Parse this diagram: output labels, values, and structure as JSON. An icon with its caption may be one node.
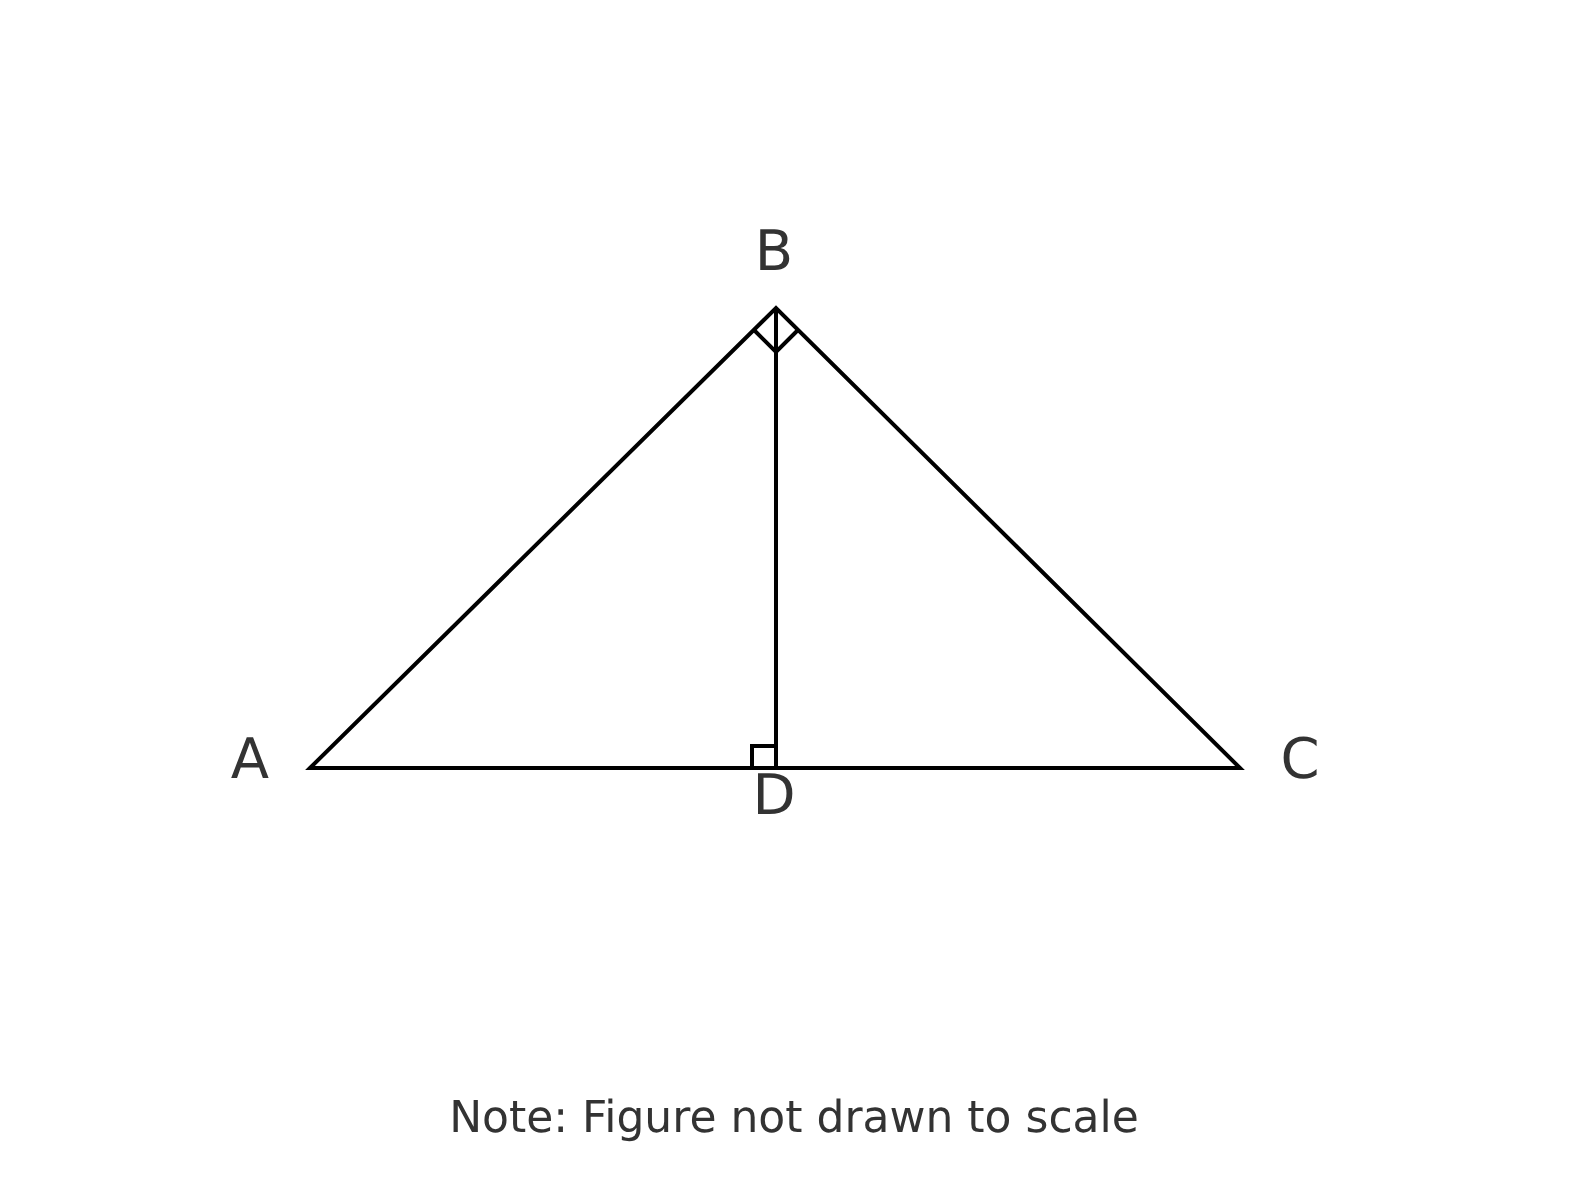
{
  "diagram": {
    "caption": "Note: Figure not drawn to scale",
    "labels": [
      "B",
      "A",
      "D",
      "C"
    ]
  }
}
